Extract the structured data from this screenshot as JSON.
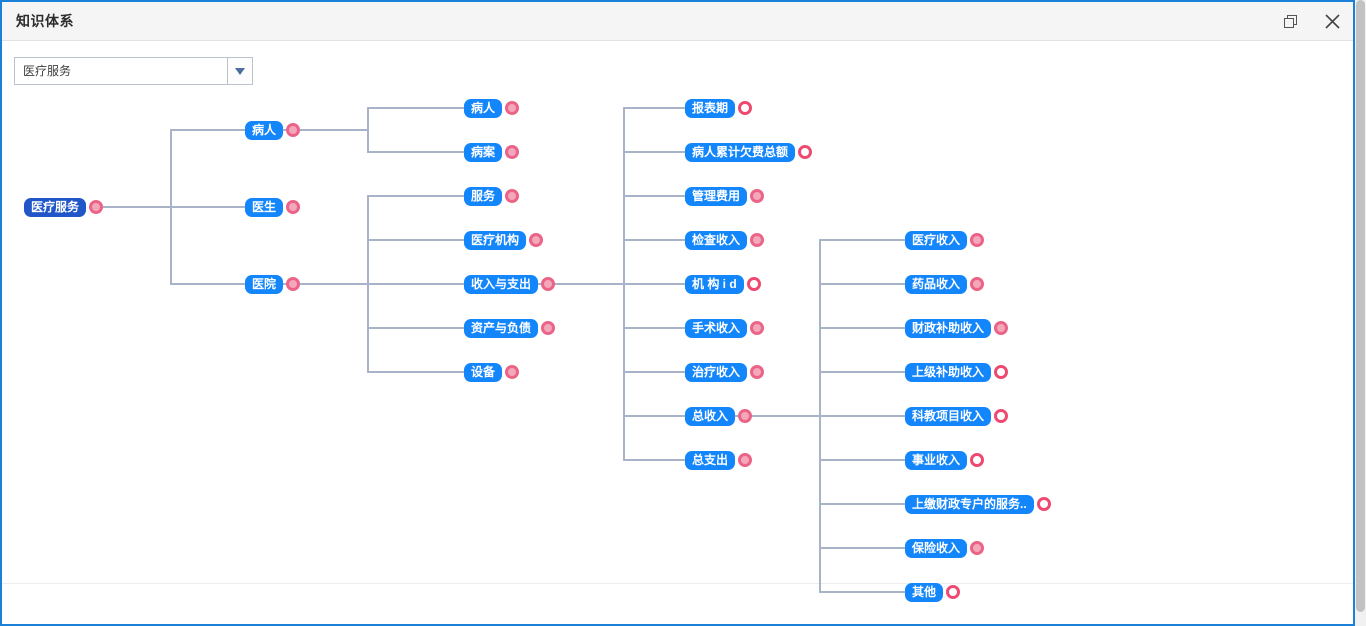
{
  "window": {
    "title": "知识体系",
    "controls": {
      "restore_icon": "restore-window",
      "close_icon": "close-window"
    }
  },
  "toolbar": {
    "dropdown": {
      "value": "医疗服务"
    }
  },
  "colors": {
    "window_border": "#1a80d8",
    "node_blue": "#1486fb",
    "root_node_blue": "#2156c8",
    "connector_gray": "#a9b3c7",
    "ring_pink": "#eb6488",
    "ring_fill_pink": "#f3a7ba",
    "titlebar_bg": "#f5f5f5"
  },
  "tree": {
    "nodes": [
      {
        "label": "医疗服务",
        "level": 1,
        "parent": null,
        "circle": "filled"
      },
      {
        "label": "病人",
        "level": 2,
        "parent": "医疗服务",
        "circle": "filled"
      },
      {
        "label": "医生",
        "level": 2,
        "parent": "医疗服务",
        "circle": "filled"
      },
      {
        "label": "医院",
        "level": 2,
        "parent": "医疗服务",
        "circle": "filled"
      },
      {
        "label": "病人",
        "level": 3,
        "parent": "病人",
        "circle": "filled"
      },
      {
        "label": "病案",
        "level": 3,
        "parent": "病人",
        "circle": "filled"
      },
      {
        "label": "服务",
        "level": 3,
        "parent": "医院",
        "circle": "filled"
      },
      {
        "label": "医疗机构",
        "level": 3,
        "parent": "医院",
        "circle": "filled"
      },
      {
        "label": "收入与支出",
        "level": 3,
        "parent": "医院",
        "circle": "filled"
      },
      {
        "label": "资产与负债",
        "level": 3,
        "parent": "医院",
        "circle": "filled"
      },
      {
        "label": "设备",
        "level": 3,
        "parent": "医院",
        "circle": "filled"
      },
      {
        "label": "报表期",
        "level": 4,
        "parent": "收入与支出",
        "circle": "hollow"
      },
      {
        "label": "病人累计欠费总额",
        "level": 4,
        "parent": "收入与支出",
        "circle": "hollow"
      },
      {
        "label": "管理费用",
        "level": 4,
        "parent": "收入与支出",
        "circle": "filled"
      },
      {
        "label": "检查收入",
        "level": 4,
        "parent": "收入与支出",
        "circle": "filled"
      },
      {
        "label": "机 构 i d",
        "level": 4,
        "parent": "收入与支出",
        "circle": "hollow"
      },
      {
        "label": "手术收入",
        "level": 4,
        "parent": "收入与支出",
        "circle": "filled"
      },
      {
        "label": "治疗收入",
        "level": 4,
        "parent": "收入与支出",
        "circle": "filled"
      },
      {
        "label": "总收入",
        "level": 4,
        "parent": "收入与支出",
        "circle": "filled"
      },
      {
        "label": "总支出",
        "level": 4,
        "parent": "收入与支出",
        "circle": "filled"
      },
      {
        "label": "医疗收入",
        "level": 5,
        "parent": "总收入",
        "circle": "filled"
      },
      {
        "label": "药品收入",
        "level": 5,
        "parent": "总收入",
        "circle": "filled"
      },
      {
        "label": "财政补助收入",
        "level": 5,
        "parent": "总收入",
        "circle": "filled"
      },
      {
        "label": "上级补助收入",
        "level": 5,
        "parent": "总收入",
        "circle": "hollow"
      },
      {
        "label": "科教项目收入",
        "level": 5,
        "parent": "总收入",
        "circle": "hollow"
      },
      {
        "label": "事业收入",
        "level": 5,
        "parent": "总收入",
        "circle": "hollow"
      },
      {
        "label": "上缴财政专户的服务..",
        "level": 5,
        "parent": "总收入",
        "circle": "hollow"
      },
      {
        "label": "保险收入",
        "level": 5,
        "parent": "总收入",
        "circle": "filled"
      },
      {
        "label": "其他",
        "level": 5,
        "parent": "总收入",
        "circle": "hollow"
      }
    ]
  }
}
